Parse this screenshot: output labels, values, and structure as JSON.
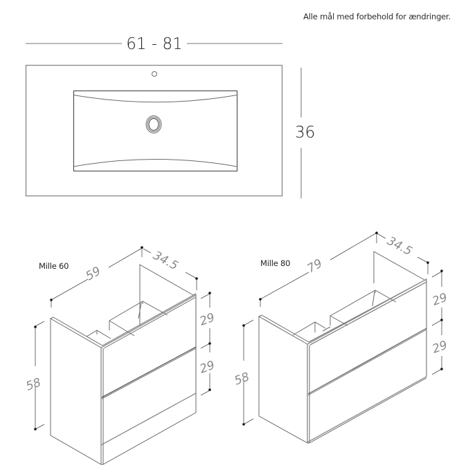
{
  "header": {
    "disclaimer": "Alle mål med forbehold for ændringer."
  },
  "basin_top_view": {
    "width_label": "61 - 81",
    "depth_label": "36",
    "features": [
      "tap-hole",
      "drain",
      "basin-bowl"
    ]
  },
  "cabinets": [
    {
      "name": "Mille 60",
      "width": "59",
      "depth": "34.5",
      "height": "58",
      "drawer_heights": [
        "29",
        "29"
      ]
    },
    {
      "name": "Mille 80",
      "width": "79",
      "depth": "34.5",
      "height": "58",
      "drawer_heights": [
        "29",
        "29"
      ]
    }
  ],
  "colors": {
    "line": "#6a6a6a",
    "outline": "#8e8e8e",
    "dimension_text": "#8a8a8a",
    "text": "#1e1e1e",
    "background": "#ffffff"
  }
}
